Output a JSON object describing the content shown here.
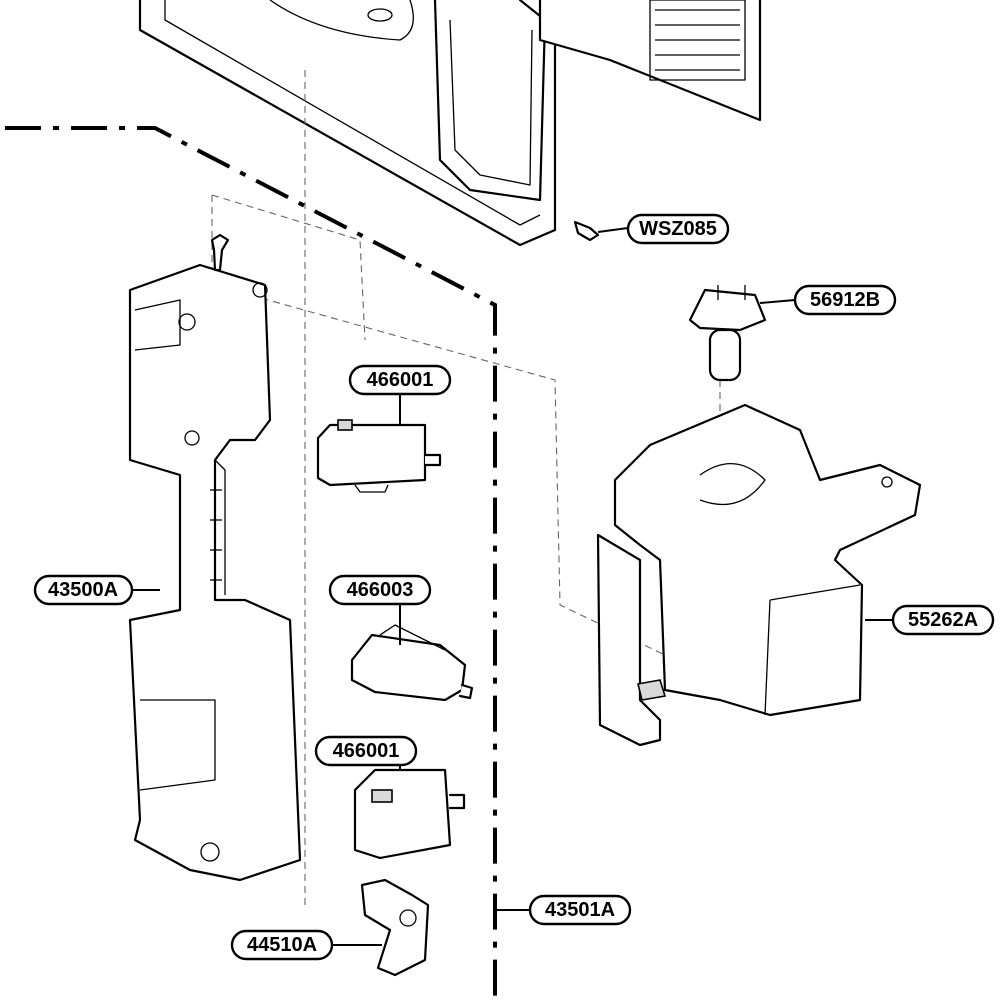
{
  "diagram": {
    "callouts": [
      {
        "id": "wsz085",
        "label": "WSZ085"
      },
      {
        "id": "56912b",
        "label": "56912B"
      },
      {
        "id": "466001-top",
        "label": "466001"
      },
      {
        "id": "466003",
        "label": "466003"
      },
      {
        "id": "466001-bottom",
        "label": "466001"
      },
      {
        "id": "43500a",
        "label": "43500A"
      },
      {
        "id": "55262a",
        "label": "55262A"
      },
      {
        "id": "43501a",
        "label": "43501A"
      },
      {
        "id": "44510a",
        "label": "44510A"
      }
    ]
  }
}
